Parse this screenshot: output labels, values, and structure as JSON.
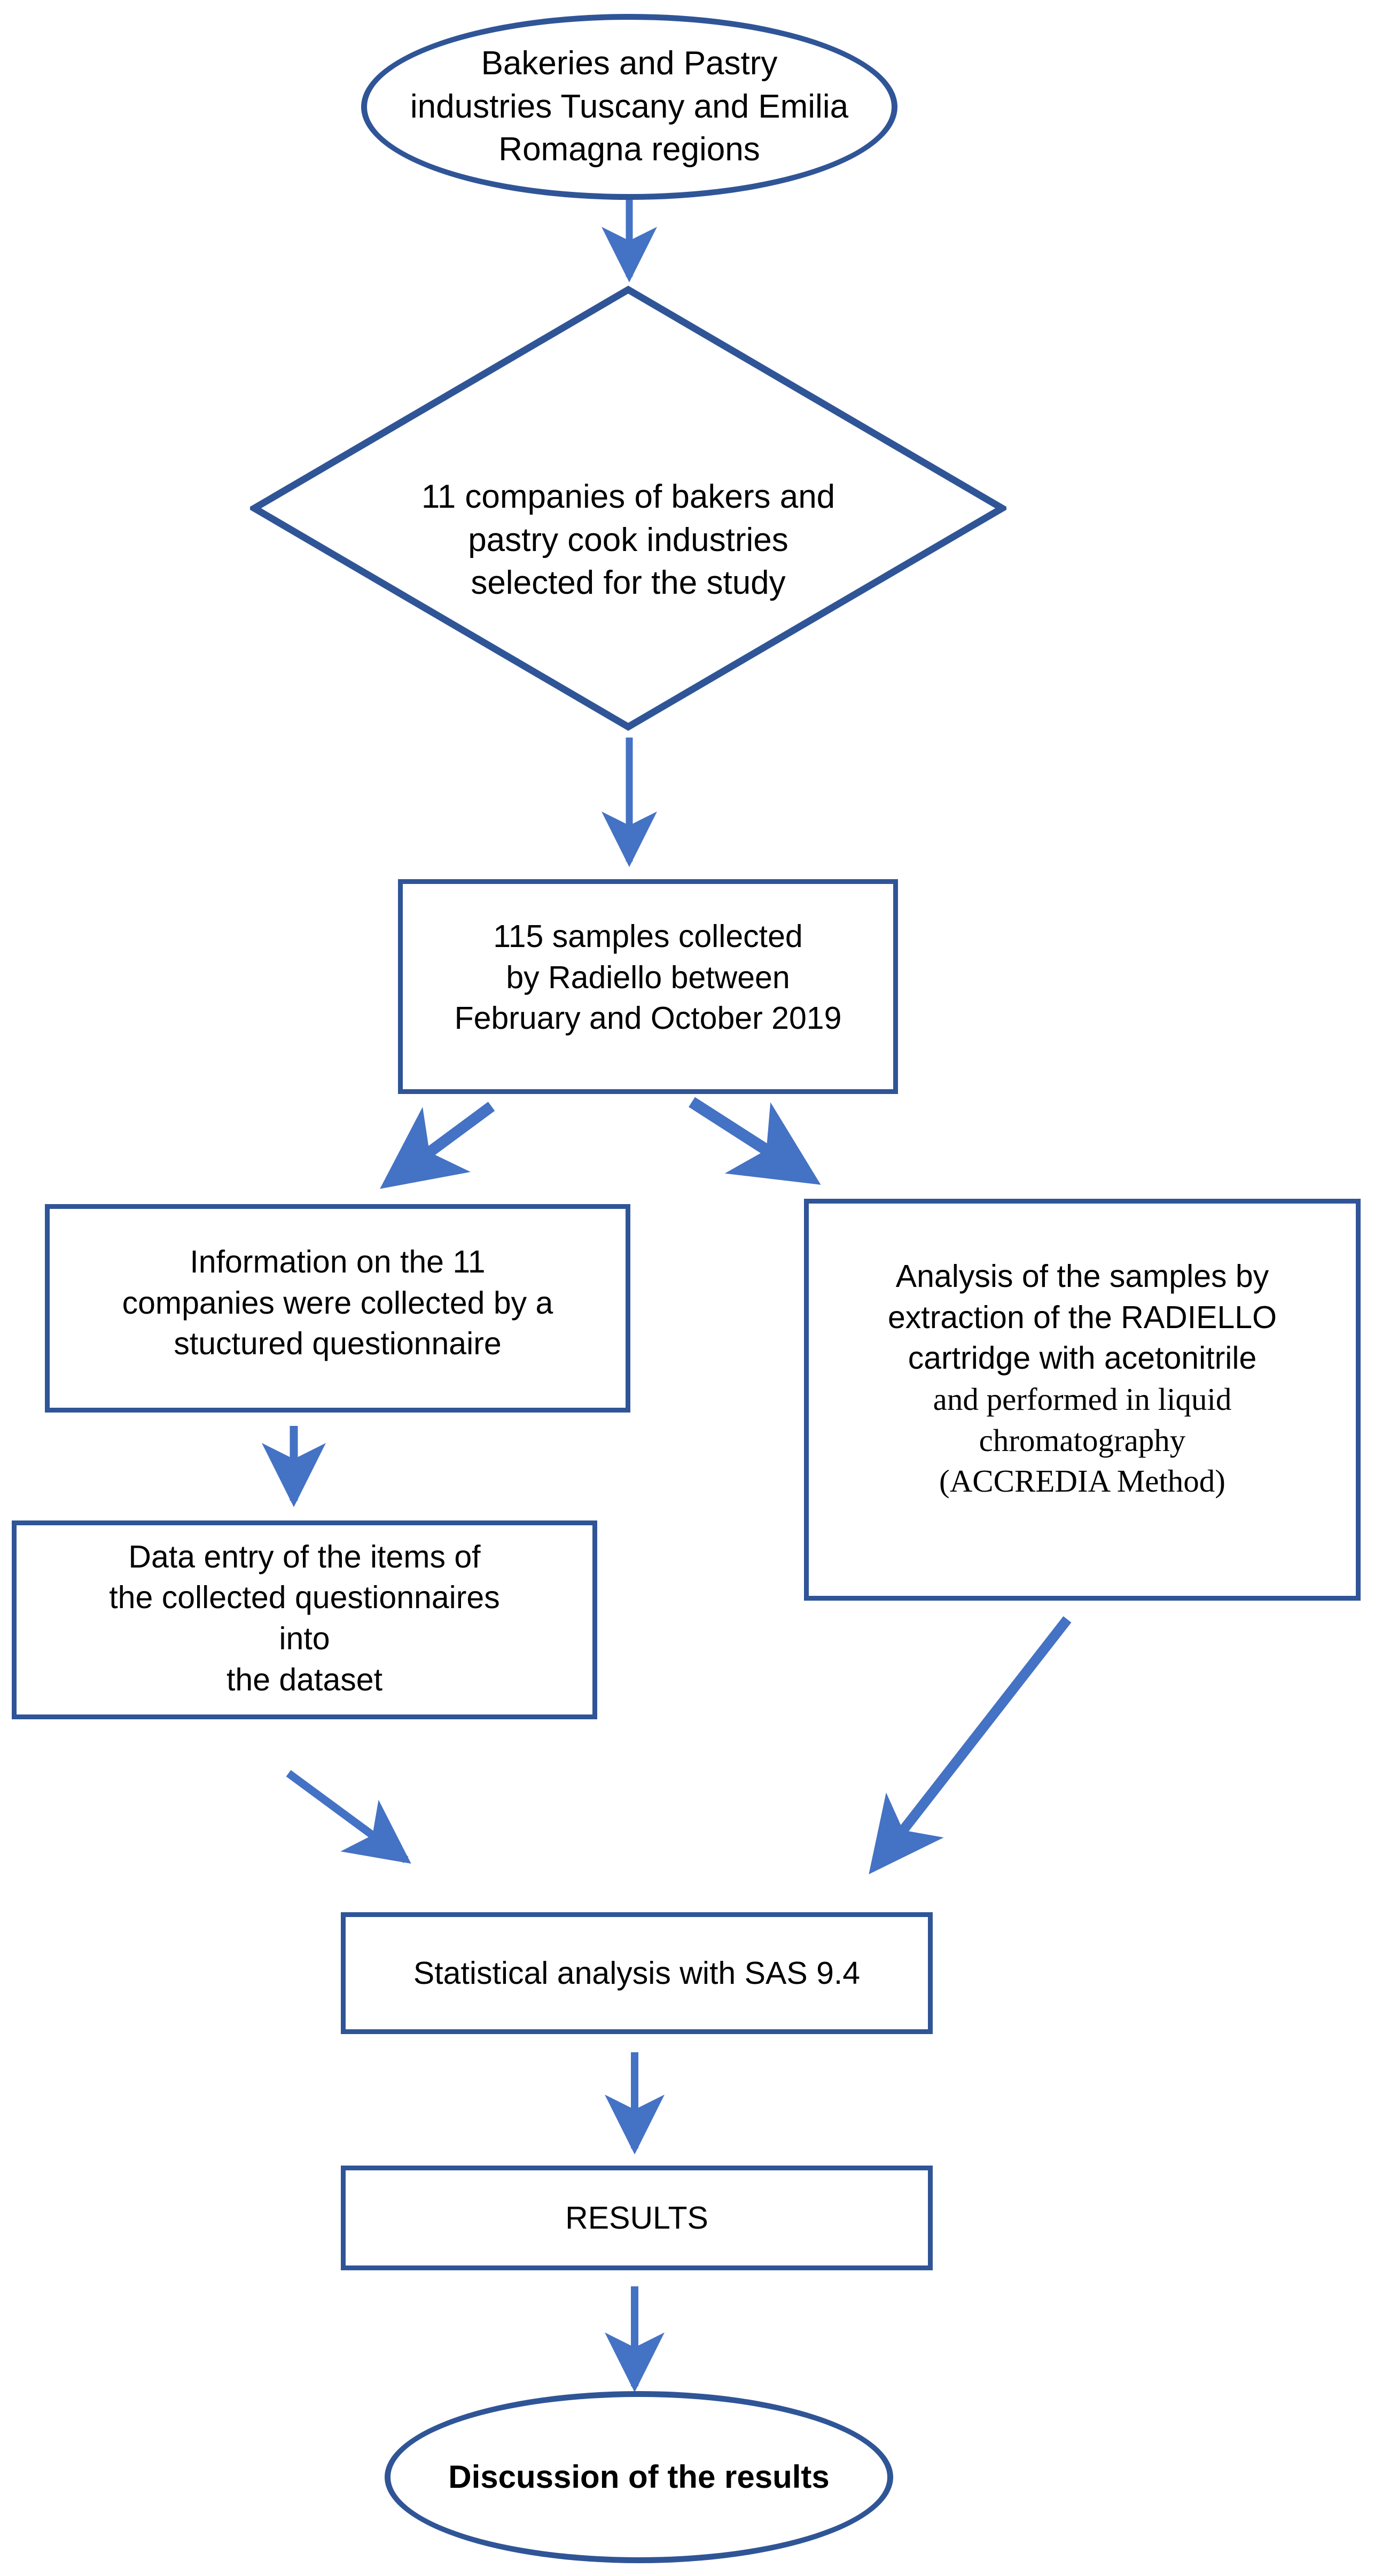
{
  "diagram": {
    "type": "flowchart",
    "orientation": "top-to-bottom",
    "background_color": "#FFFFFF",
    "shape_outline_color": "#2F5597",
    "arrow_color": "#4472C4",
    "text_color": "#000000",
    "nodes": [
      {
        "id": "source",
        "shape": "ellipse",
        "text": "Bakeries and Pastry\nindustries Tuscany and Emilia\nRomagna regions",
        "bold": false
      },
      {
        "id": "selection",
        "shape": "diamond",
        "text": "11 companies of bakers and\npastry cook industries\nselected for the study",
        "bold": false
      },
      {
        "id": "samples",
        "shape": "rectangle",
        "text": "115 samples collected\nby Radiello between\nFebruary and October 2019",
        "bold": false
      },
      {
        "id": "questionnaire",
        "shape": "rectangle",
        "text": "Information on  the 11\ncompanies were collected  by a\nstuctured questionnaire",
        "bold": false
      },
      {
        "id": "analysis",
        "shape": "rectangle",
        "text_sans": "Analysis of the samples by\nextraction of the RADIELLO\ncartridge with acetonitrile\n",
        "text_serif": "and performed in liquid\nchromatography\n(ACCREDIA Method)",
        "bold": false
      },
      {
        "id": "dataentry",
        "shape": "rectangle",
        "text": "Data entry of the items of\nthe collected questionnaires\ninto\nthe dataset",
        "bold": false
      },
      {
        "id": "stats",
        "shape": "rectangle",
        "text": "Statistical analysis with SAS 9.4",
        "bold": false
      },
      {
        "id": "results",
        "shape": "rectangle",
        "text": "RESULTS",
        "bold": false
      },
      {
        "id": "discussion",
        "shape": "ellipse",
        "text": "Discussion of the results",
        "bold": true
      }
    ],
    "edges": [
      {
        "from": "source",
        "to": "selection",
        "style": "straight-down"
      },
      {
        "from": "selection",
        "to": "samples",
        "style": "straight-down"
      },
      {
        "from": "samples",
        "to": "questionnaire",
        "style": "diagonal-left"
      },
      {
        "from": "samples",
        "to": "analysis",
        "style": "diagonal-right"
      },
      {
        "from": "questionnaire",
        "to": "dataentry",
        "style": "straight-down"
      },
      {
        "from": "dataentry",
        "to": "stats",
        "style": "diagonal-right"
      },
      {
        "from": "analysis",
        "to": "stats",
        "style": "diagonal-left"
      },
      {
        "from": "stats",
        "to": "results",
        "style": "straight-down"
      },
      {
        "from": "results",
        "to": "discussion",
        "style": "straight-down"
      }
    ]
  }
}
